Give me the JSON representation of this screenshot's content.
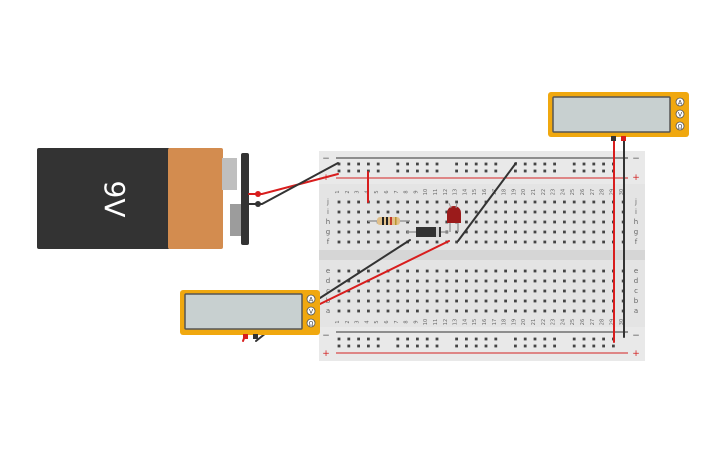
{
  "battery": {
    "label": "9V",
    "body_color": "#333333",
    "cap_color": "#d38c4f"
  },
  "breadboard": {
    "row_letters_top": [
      "j",
      "i",
      "h",
      "g",
      "f"
    ],
    "row_letters_bottom": [
      "e",
      "d",
      "c",
      "b",
      "a"
    ],
    "rail_minus": "−",
    "rail_plus": "+",
    "rail_colors": {
      "minus": "#333333",
      "plus": "#d22222"
    },
    "column_count": 30
  },
  "multimeters": [
    {
      "name": "top-right",
      "knob_labels": [
        "A",
        "V",
        "Ω"
      ]
    },
    {
      "name": "bottom-left",
      "knob_labels": [
        "A",
        "V",
        "Ω"
      ]
    }
  ],
  "components": {
    "led": {
      "color": "#9b1b1b"
    },
    "resistor": {
      "color": "#e2c089"
    },
    "diode": {
      "color": "#333333"
    }
  },
  "wire_colors": {
    "red": "#d81d1d",
    "black": "#333333"
  }
}
